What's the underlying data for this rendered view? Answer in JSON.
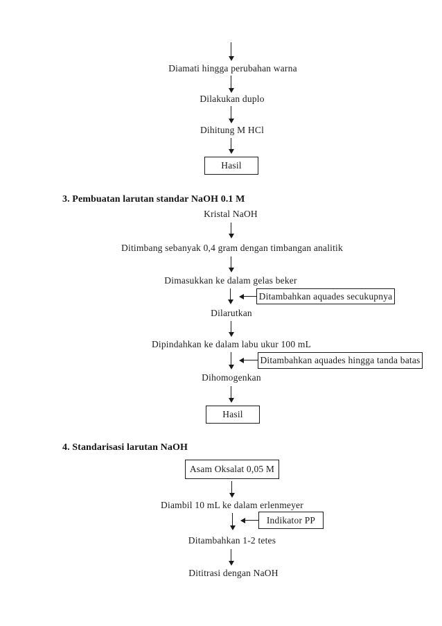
{
  "page": {
    "background": "#ffffff",
    "ink_color": "#1c1c1c"
  },
  "section2_continuation": {
    "step1": "Diamati hingga perubahan warna",
    "step2": "Dilakukan duplo",
    "step3": "Dihitung M HCl",
    "result": "Hasil"
  },
  "section3": {
    "heading": "3. Pembuatan larutan standar NaOH 0.1 M",
    "start": "Kristal NaOH",
    "step1": "Ditimbang sebanyak 0,4 gram dengan timbangan analitik",
    "step2": "Dimasukkan ke dalam gelas beker",
    "side1": "Ditambahkan aquades secukupnya",
    "step3": "Dilarutkan",
    "step4": "Dipindahkan ke dalam labu ukur 100 mL",
    "side2": "Ditambahkan aquades hingga tanda batas",
    "step5": "Dihomogenkan",
    "result": "Hasil"
  },
  "section4": {
    "heading": "4. Standarisasi larutan NaOH",
    "start_box": "Asam Oksalat 0,05 M",
    "step1": "Diambil 10 mL ke dalam erlenmeyer",
    "side1": "Indikator PP",
    "step2": "Ditambahkan 1-2 tetes",
    "step3": "Dititrasi dengan NaOH"
  }
}
